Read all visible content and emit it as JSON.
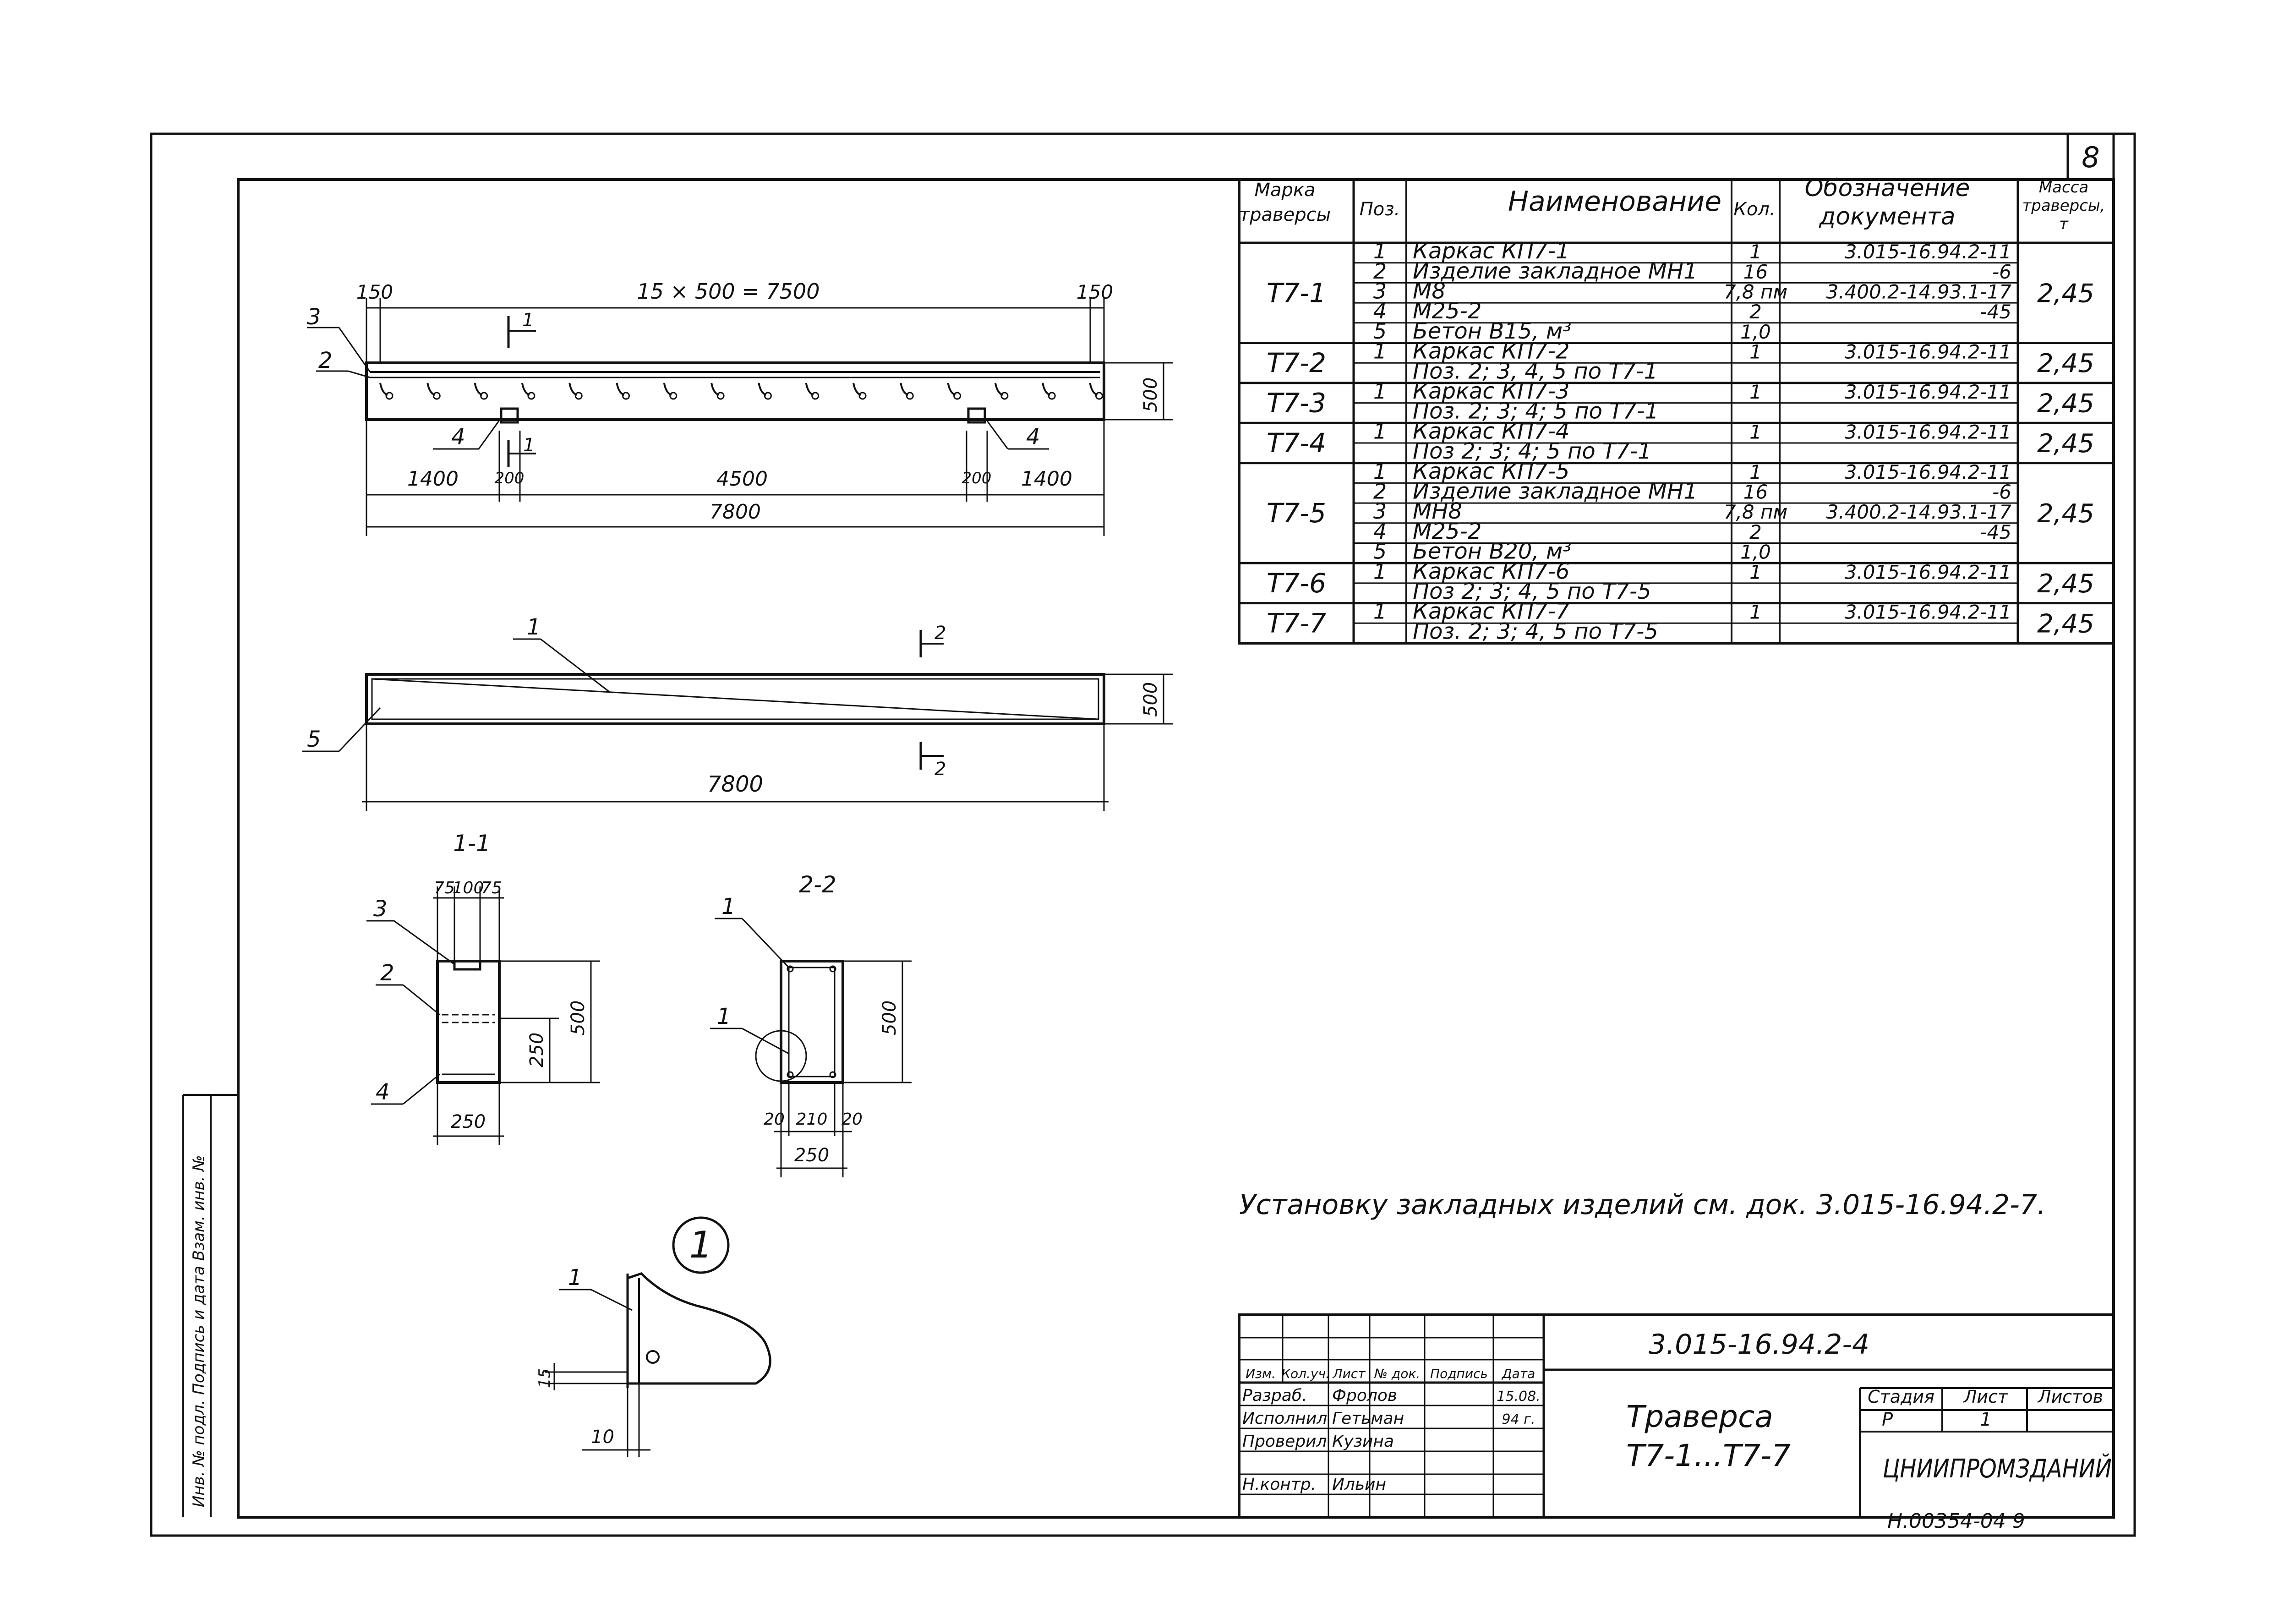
{
  "sheet_number": "8",
  "spec_table": {
    "headers": {
      "mark": [
        "Марка",
        "траверсы"
      ],
      "pos": "Поз.",
      "name": "Наименование",
      "qty": "Кол.",
      "doc": [
        "Обозначение",
        "документа"
      ],
      "mass": [
        "Масса",
        "траверсы,",
        "т"
      ]
    },
    "groups": [
      {
        "mark": "Т7-1",
        "mass": "2,45",
        "rows": [
          {
            "pos": "1",
            "name": "Каркас КП7-1",
            "qty": "1",
            "doc": "3.015-16.94.2-11"
          },
          {
            "pos": "2",
            "name": "Изделие закладное МН1",
            "qty": "16",
            "doc": "-6"
          },
          {
            "pos": "3",
            "name": "М8",
            "qty": "7,8 пм",
            "doc": "3.400.2-14.93.1-17"
          },
          {
            "pos": "4",
            "name": "М25-2",
            "qty": "2",
            "doc": "-45"
          },
          {
            "pos": "5",
            "name": "Бетон В15, м³",
            "qty": "1,0",
            "doc": ""
          }
        ]
      },
      {
        "mark": "Т7-2",
        "mass": "2,45",
        "rows": [
          {
            "pos": "1",
            "name": "Каркас КП7-2",
            "qty": "1",
            "doc": "3.015-16.94.2-11"
          },
          {
            "pos": "",
            "name": "Поз. 2; 3, 4, 5 по Т7-1",
            "qty": "",
            "doc": ""
          }
        ]
      },
      {
        "mark": "Т7-3",
        "mass": "2,45",
        "rows": [
          {
            "pos": "1",
            "name": "Каркас КП7-3",
            "qty": "1",
            "doc": "3.015-16.94.2-11"
          },
          {
            "pos": "",
            "name": "Поз. 2; 3; 4; 5 по Т7-1",
            "qty": "",
            "doc": ""
          }
        ]
      },
      {
        "mark": "Т7-4",
        "mass": "2,45",
        "rows": [
          {
            "pos": "1",
            "name": "Каркас КП7-4",
            "qty": "1",
            "doc": "3.015-16.94.2-11"
          },
          {
            "pos": "",
            "name": "Поз 2; 3; 4; 5 по Т7-1",
            "qty": "",
            "doc": ""
          }
        ]
      },
      {
        "mark": "Т7-5",
        "mass": "2,45",
        "rows": [
          {
            "pos": "1",
            "name": "Каркас КП7-5",
            "qty": "1",
            "doc": "3.015-16.94.2-11"
          },
          {
            "pos": "2",
            "name": "Изделие закладное МН1",
            "qty": "16",
            "doc": "-6"
          },
          {
            "pos": "3",
            "name": "МН8",
            "qty": "7,8 пм",
            "doc": "3.400.2-14.93.1-17"
          },
          {
            "pos": "4",
            "name": "М25-2",
            "qty": "2",
            "doc": "-45"
          },
          {
            "pos": "5",
            "name": "Бетон В20, м³",
            "qty": "1,0",
            "doc": ""
          }
        ]
      },
      {
        "mark": "Т7-6",
        "mass": "2,45",
        "rows": [
          {
            "pos": "1",
            "name": "Каркас КП7-6",
            "qty": "1",
            "doc": "3.015-16.94.2-11"
          },
          {
            "pos": "",
            "name": "Поз 2; 3; 4, 5 по Т7-5",
            "qty": "",
            "doc": ""
          }
        ]
      },
      {
        "mark": "Т7-7",
        "mass": "2,45",
        "rows": [
          {
            "pos": "1",
            "name": "Каркас КП7-7",
            "qty": "1",
            "doc": "3.015-16.94.2-11"
          },
          {
            "pos": "",
            "name": "Поз. 2; 3; 4, 5 по Т7-5",
            "qty": "",
            "doc": ""
          }
        ]
      }
    ]
  },
  "drawings": {
    "elevation": {
      "dim_top": "15 × 500 = 7500",
      "dim_left_end": "150",
      "dim_right_end": "150",
      "dim_height": "500",
      "dim_bottom": [
        "1400",
        "200",
        "4500",
        "200",
        "1400"
      ],
      "dim_total": "7800",
      "pos_labels": [
        "3",
        "2",
        "4",
        "4"
      ],
      "section_mark": "1"
    },
    "plan": {
      "dim_total": "7800",
      "dim_height": "500",
      "pos_labels": [
        "1",
        "5"
      ],
      "section_mark": "2"
    },
    "section_1": {
      "title": "1-1",
      "dims_top": [
        "75",
        "100",
        "75"
      ],
      "dim_height": "500",
      "dim_inner": "250",
      "dim_width": "250",
      "pos_labels": [
        "3",
        "2",
        "4"
      ]
    },
    "section_2": {
      "title": "2-2",
      "dim_height": "500",
      "dims_bottom": [
        "20",
        "210",
        "20"
      ],
      "dim_width": "250",
      "pos_labels": [
        "1",
        "1"
      ]
    },
    "node": {
      "title": "1",
      "pos_label": "1",
      "dim_a": "15",
      "dim_b": "10"
    }
  },
  "note": "Установку закладных изделий см. док. 3.015-16.94.2-7.",
  "title_block": {
    "doc_code": "3.015-16.94.2-4",
    "title_line1": "Траверса",
    "title_line2": "Т7-1...Т7-7",
    "col_headers": [
      "Изм.",
      "Кол.уч.",
      "Лист",
      "№ док.",
      "Подпись",
      "Дата"
    ],
    "roles": [
      {
        "role": "Разраб.",
        "name": "Фролов",
        "sign": "",
        "date": "15.08."
      },
      {
        "role": "Исполнил",
        "name": "Гетьман",
        "sign": "",
        "date": "94 г."
      },
      {
        "role": "Проверил",
        "name": "Кузина",
        "sign": "",
        "date": ""
      },
      {
        "role": "",
        "name": "",
        "sign": "",
        "date": ""
      },
      {
        "role": "Н.контр.",
        "name": "Ильин",
        "sign": "",
        "date": ""
      }
    ],
    "stage_header": "Стадия",
    "sheet_header": "Лист",
    "sheets_header": "Листов",
    "stage": "Р",
    "sheet": "1",
    "sheets": "",
    "org": "ЦНИИПРОМЗДАНИЙ"
  },
  "side_stamp": "Инв. № подл.   Подпись и дата   Взам. инв. №",
  "bottom_stamp": "Н.00354-04   9"
}
